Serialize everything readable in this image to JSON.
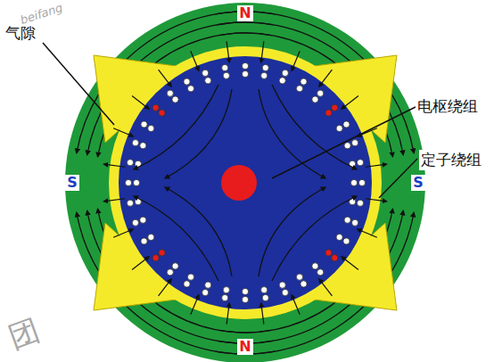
{
  "diagram": {
    "nodes": [
      {
        "text": [
          "N"
        ]
      },
      {
        "text": [
          "S"
        ]
      },
      {
        "text": [
          "S"
        ]
      },
      {
        "text": [
          "N"
        ]
      }
    ],
    "labels": [
      "气隙",
      "电枢绕组",
      "定子绕组",
      "beifang",
      "团"
    ]
  }
}
